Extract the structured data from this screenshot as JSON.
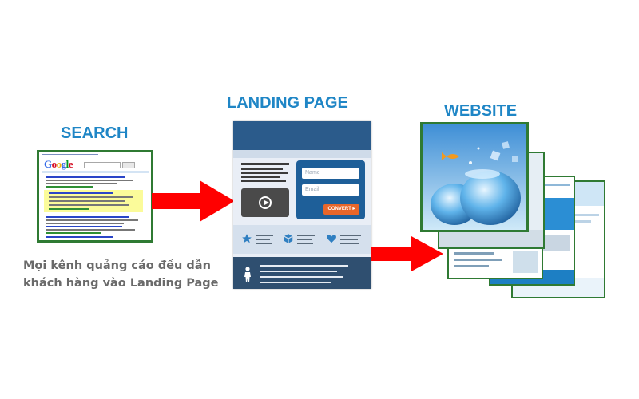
{
  "diagram": {
    "search": {
      "title": "SEARCH",
      "logo_text": "Google"
    },
    "caption": {
      "line1": "Mọi kênh quảng cáo đều dẫn",
      "line2": "khách hàng vào Landing Page"
    },
    "landing": {
      "title": "LANDING PAGE",
      "name_placeholder": "Name",
      "email_placeholder": "Email",
      "convert_label": "CONVERT"
    },
    "website": {
      "title": "WEBSITE"
    },
    "colors": {
      "heading": "#1f86c6",
      "arrow": "#ff0000",
      "frame": "#2f7a33",
      "caption": "#6a6a6a"
    },
    "icons": [
      "play-icon",
      "star-icon",
      "cube-icon",
      "heart-icon",
      "person-icon",
      "arrow-right-icon"
    ]
  }
}
